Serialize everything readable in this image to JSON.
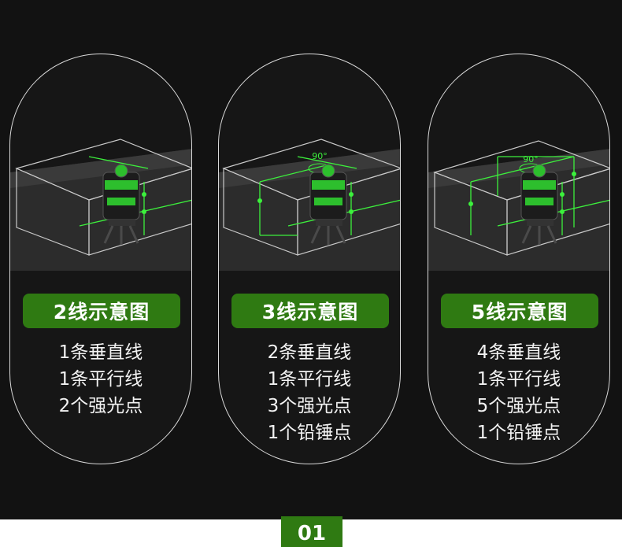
{
  "cards": [
    {
      "title": "2线示意图",
      "lines": [
        "1条垂直线",
        "1条平行线",
        "2个强光点"
      ]
    },
    {
      "title": "3线示意图",
      "angle": "90°",
      "lines": [
        "2条垂直线",
        "1条平行线",
        "3个强光点",
        "1个铅锤点"
      ]
    },
    {
      "title": "5线示意图",
      "angle": "90°",
      "lines": [
        "4条垂直线",
        "1条平行线",
        "5个强光点",
        "1个铅锤点"
      ]
    }
  ],
  "page_number": "01",
  "colors": {
    "accent": "#2f7a12",
    "laser": "#3cf03c",
    "background": "#121212"
  }
}
